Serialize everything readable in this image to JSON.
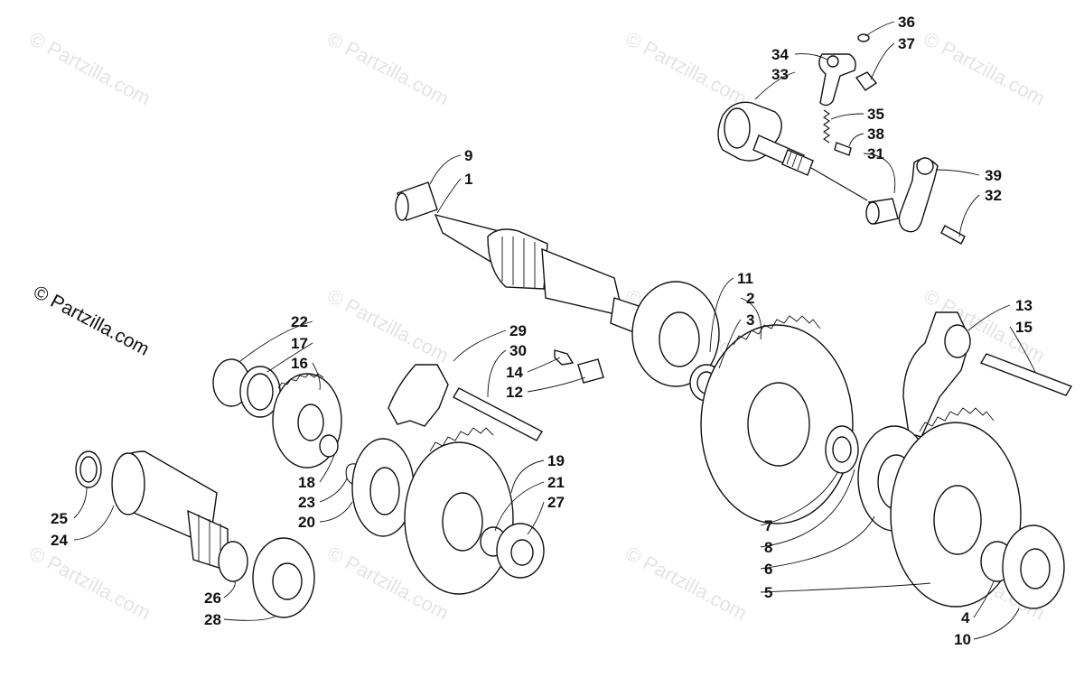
{
  "watermark": "© Partzilla.com",
  "callouts": {
    "c36": "36",
    "c37": "37",
    "c34": "34",
    "c33": "33",
    "c35": "35",
    "c38": "38",
    "c31": "31",
    "c39": "39",
    "c32": "32",
    "c9": "9",
    "c1": "1",
    "c11": "11",
    "c2": "2",
    "c3": "3",
    "c13": "13",
    "c15": "15",
    "c22": "22",
    "c17": "17",
    "c16": "16",
    "c29": "29",
    "c30": "30",
    "c14": "14",
    "c12": "12",
    "c19": "19",
    "c21": "21",
    "c27": "27",
    "c18": "18",
    "c23": "23",
    "c20": "20",
    "c25": "25",
    "c24": "24",
    "c26": "26",
    "c28": "28",
    "c7": "7",
    "c8": "8",
    "c6": "6",
    "c5": "5",
    "c4": "4",
    "c10": "10"
  }
}
